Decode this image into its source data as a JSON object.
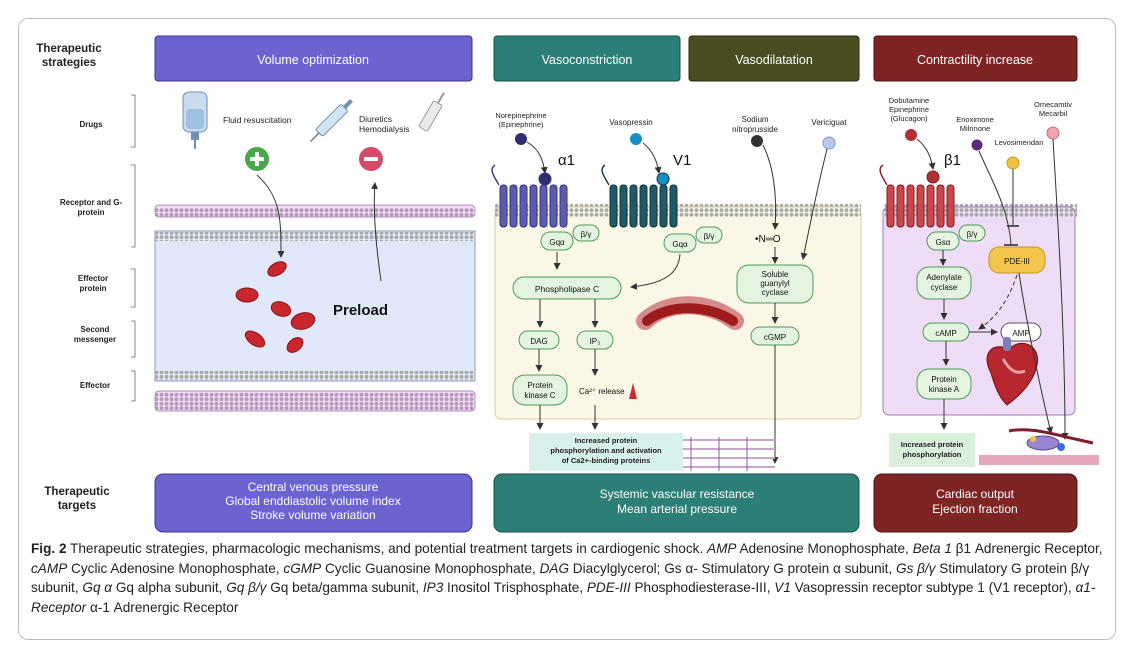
{
  "rows": {
    "strategies": [
      "Therapeutic",
      "strategies"
    ],
    "targets": [
      "Therapeutic",
      "targets"
    ],
    "drugs": "Drugs",
    "receptor": [
      "Receptor and G-",
      "protein"
    ],
    "effector_protein": [
      "Effector",
      "protein"
    ],
    "second_messenger": [
      "Second",
      "messenger"
    ],
    "effector": "Effector"
  },
  "strategies": {
    "volume": "Volume optimization",
    "vasoconstriction": "Vasoconstriction",
    "vasodilatation": "Vasodilatation",
    "contractility": "Contractility increase"
  },
  "volume_panel": {
    "fluid": "Fluid resuscitation",
    "diuretics": [
      "Diuretics",
      "Hemodialysis"
    ],
    "preload": "Preload",
    "target": [
      "Central venous pressure",
      "Global enddiastolic volume index",
      "Stroke volume variation"
    ]
  },
  "vaso_panel": {
    "norepinephrine": [
      "Norepinephrine",
      "(Epinephrine)"
    ],
    "vasopressin": "Vasopressin",
    "a1": "α1",
    "v1": "V1",
    "gqa": "Gqα",
    "bg": "β/γ",
    "plc": "Phospholipase C",
    "dag": "DAG",
    "ip3": "IP₃",
    "pkc": [
      "Protein",
      "kinase C"
    ],
    "ca_release": "Ca²⁺ release",
    "increased": [
      "Increased protein",
      "phosphorylation and activation",
      "of Ca2+-binding proteins"
    ],
    "sodium": [
      "Sodium",
      "nitroprusside"
    ],
    "vericiguat": "Vericiguat",
    "no": "•N═O",
    "sgc": [
      "Soluble",
      "guanylyl",
      "cyclase"
    ],
    "cgmp": "cGMP",
    "target": [
      "Systemic vascular resistance",
      "Mean arterial pressure"
    ]
  },
  "contract_panel": {
    "dobutamine": [
      "Dobutamine",
      "Epinephrine",
      "(Glucagon)"
    ],
    "enoximone": [
      "Enoximone",
      "Milrinone"
    ],
    "levosimendan": "Levosimendan",
    "omecamtiv": [
      "Omecamtiv",
      "Mecarbil"
    ],
    "b1": "β1",
    "gsa": "Gsα",
    "bg": "β/γ",
    "adenylate": [
      "Adenylate",
      "cyclase"
    ],
    "pde": "PDE-III",
    "camp": "cAMP",
    "amp": "AMP",
    "pka": [
      "Protein",
      "kinase A"
    ],
    "increased": [
      "Increased protein",
      "phosphorylation"
    ],
    "target": [
      "Cardiac output",
      "Ejection fraction"
    ]
  },
  "caption": {
    "label": "Fig. 2",
    "lead": " Therapeutic strategies, pharmacologic mechanisms, and potential treatment targets in cardiogenic shock. ",
    "defs": [
      [
        "AMP",
        " Adenosine Monophosphate, "
      ],
      [
        "Beta 1",
        " β1 Adrenergic Receptor, "
      ],
      [
        "cAMP",
        " Cyclic Adenosine Monophosphate, "
      ],
      [
        "cGMP",
        " Cyclic Guanosine Monophosphate, "
      ],
      [
        "DAG",
        " Diacylglycerol; Gs α- Stimulatory G protein α subunit, "
      ],
      [
        "Gs β/γ",
        " Stimulatory G protein β/γ subunit, "
      ],
      [
        "Gq α",
        " Gq alpha subunit, "
      ],
      [
        "Gq β/γ",
        " Gq beta/gamma subunit, "
      ],
      [
        "IP3",
        " Inositol Trisphosphate, "
      ],
      [
        "PDE-III",
        " Phosphodiesterase-III, "
      ],
      [
        "V1",
        " Vasopressin receptor subtype 1 (V1 receptor), "
      ],
      [
        "α1-Receptor",
        " α-1 Adrenergic Receptor"
      ]
    ]
  },
  "colors": {
    "volume": "#6b63cf",
    "vaso": "#2c7f76",
    "vasodil": "#4a4d22",
    "contract": "#7e2424",
    "green_node": "#e4f4e0",
    "green_stroke": "#4e9a5a"
  }
}
